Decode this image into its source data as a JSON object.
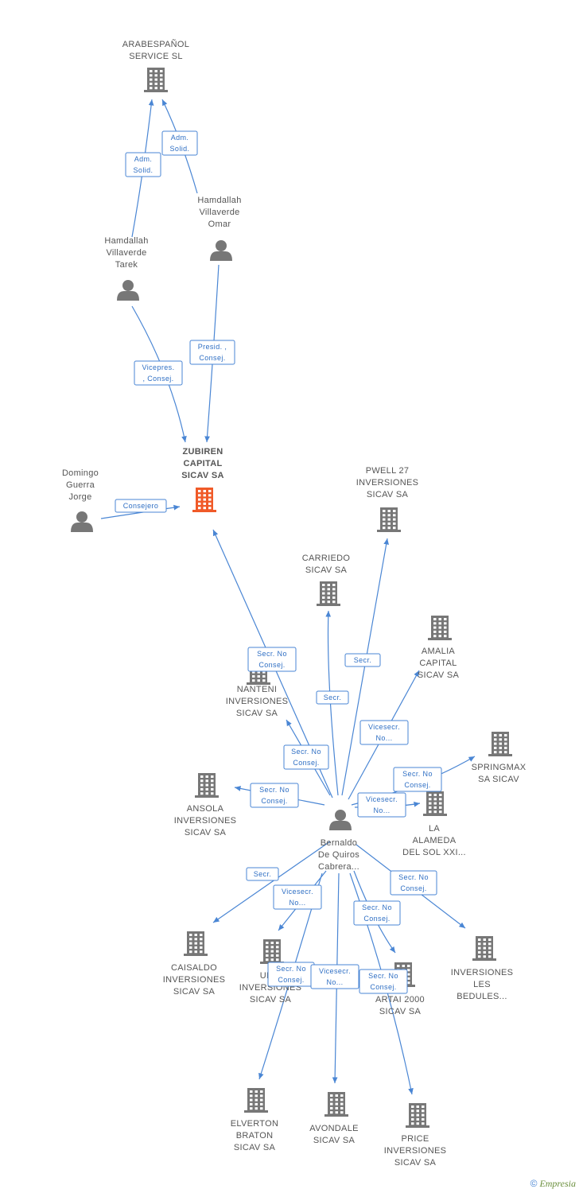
{
  "colors": {
    "edge": "#4a86d4",
    "company": "#777777",
    "center": "#f05a28",
    "person": "#777777"
  },
  "brand": {
    "symbol": "©",
    "name": "Empresia"
  },
  "nodes": [
    {
      "id": "arabespanol",
      "type": "company",
      "label": [
        "ARABESPAÑOL",
        "SERVICE SL"
      ]
    },
    {
      "id": "omar",
      "type": "person",
      "label": [
        "Hamdallah",
        "Villaverde",
        "Omar"
      ]
    },
    {
      "id": "tarek",
      "type": "person",
      "label": [
        "Hamdallah",
        "Villaverde",
        "Tarek"
      ]
    },
    {
      "id": "zubiren",
      "type": "center",
      "label": [
        "ZUBIREN",
        "CAPITAL",
        "SICAV SA"
      ]
    },
    {
      "id": "domingo",
      "type": "person",
      "label": [
        "Domingo",
        "Guerra",
        "Jorge"
      ]
    },
    {
      "id": "pwell",
      "type": "company",
      "label": [
        "PWELL 27",
        "INVERSIONES",
        "SICAV SA"
      ]
    },
    {
      "id": "carriedo",
      "type": "company",
      "label": [
        "CARRIEDO",
        "SICAV SA"
      ]
    },
    {
      "id": "amalia",
      "type": "company",
      "label": [
        "AMALIA",
        "CAPITAL",
        "SICAV SA"
      ]
    },
    {
      "id": "nanteni",
      "type": "company",
      "label": [
        "NANTENI",
        "INVERSIONES",
        "SICAV SA"
      ]
    },
    {
      "id": "springmax",
      "type": "company",
      "label": [
        "SPRINGMAX",
        "SA SICAV"
      ]
    },
    {
      "id": "ansola",
      "type": "company",
      "label": [
        "ANSOLA",
        "INVERSIONES",
        "SICAV SA"
      ]
    },
    {
      "id": "bernaldo",
      "type": "person",
      "label": [
        "Bernaldo",
        "De Quiros",
        "Cabrera..."
      ]
    },
    {
      "id": "laalameda",
      "type": "company",
      "label": [
        "LA",
        "ALAMEDA",
        "DEL SOL XXI..."
      ]
    },
    {
      "id": "caisaldo",
      "type": "company",
      "label": [
        "CAISALDO",
        "INVERSIONES",
        "SICAV SA"
      ]
    },
    {
      "id": "union",
      "type": "company",
      "label": [
        "UN...",
        "INVERSIONES",
        "SICAV SA"
      ]
    },
    {
      "id": "artai",
      "type": "company",
      "label": [
        "ARTAI 2000",
        "SICAV SA"
      ]
    },
    {
      "id": "bedules",
      "type": "company",
      "label": [
        "INVERSIONES",
        "LES",
        "BEDULES..."
      ]
    },
    {
      "id": "elverton",
      "type": "company",
      "label": [
        "ELVERTON",
        "BRATON",
        "SICAV SA"
      ]
    },
    {
      "id": "avondale",
      "type": "company",
      "label": [
        "AVONDALE",
        "SICAV SA"
      ]
    },
    {
      "id": "price",
      "type": "company",
      "label": [
        "PRICE",
        "INVERSIONES",
        "SICAV SA"
      ]
    }
  ],
  "edges": [
    {
      "from": "tarek",
      "to": "arabespanol",
      "label": [
        "Adm.",
        "Solid."
      ]
    },
    {
      "from": "omar",
      "to": "arabespanol",
      "label": [
        "Adm.",
        "Solid."
      ]
    },
    {
      "from": "tarek",
      "to": "zubiren",
      "label": [
        "Vicepres.",
        ", Consej."
      ]
    },
    {
      "from": "omar",
      "to": "zubiren",
      "label": [
        "Presid. ,",
        "Consej."
      ]
    },
    {
      "from": "domingo",
      "to": "zubiren",
      "label": [
        "Consejero"
      ]
    },
    {
      "from": "bernaldo",
      "to": "zubiren",
      "label": [
        "Secr. No",
        "Consej."
      ]
    },
    {
      "from": "bernaldo",
      "to": "pwell",
      "label": [
        "Secr."
      ]
    },
    {
      "from": "bernaldo",
      "to": "carriedo",
      "label": [
        "Secr."
      ]
    },
    {
      "from": "bernaldo",
      "to": "amalia",
      "label": [
        "Vicesecr.",
        "No..."
      ]
    },
    {
      "from": "bernaldo",
      "to": "nanteni",
      "label": [
        "Secr. No",
        "Consej."
      ]
    },
    {
      "from": "bernaldo",
      "to": "springmax",
      "label": [
        "Secr. No",
        "Consej."
      ]
    },
    {
      "from": "bernaldo",
      "to": "ansola",
      "label": [
        "Secr. No",
        "Consej."
      ]
    },
    {
      "from": "bernaldo",
      "to": "laalameda",
      "label": [
        "Vicesecr.",
        "No..."
      ]
    },
    {
      "from": "bernaldo",
      "to": "caisaldo",
      "label": [
        "Secr."
      ]
    },
    {
      "from": "bernaldo",
      "to": "union",
      "label": [
        "Vicesecr.",
        "No..."
      ]
    },
    {
      "from": "bernaldo",
      "to": "artai",
      "label": [
        "Secr. No",
        "Consej."
      ]
    },
    {
      "from": "bernaldo",
      "to": "bedules",
      "label": [
        "Secr. No",
        "Consej."
      ]
    },
    {
      "from": "bernaldo",
      "to": "elverton",
      "label": [
        "Secr. No",
        "Consej."
      ]
    },
    {
      "from": "bernaldo",
      "to": "avondale",
      "label": [
        "Vicesecr.",
        "No..."
      ]
    },
    {
      "from": "bernaldo",
      "to": "price",
      "label": [
        "Secr. No",
        "Consej."
      ]
    }
  ]
}
